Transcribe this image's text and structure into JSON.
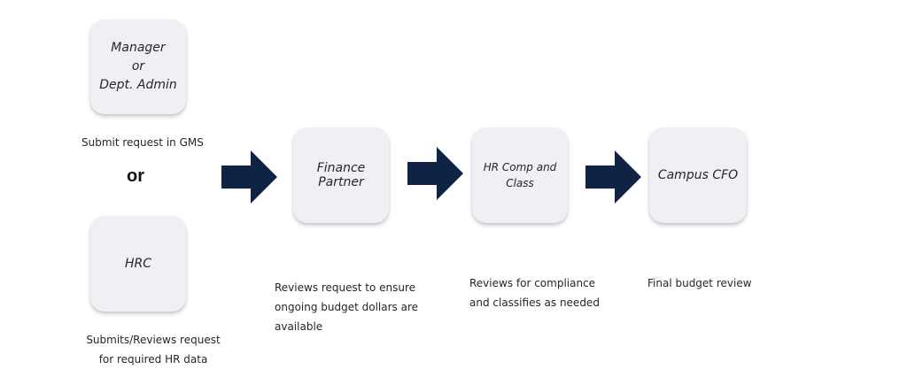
{
  "boxes": {
    "manager": {
      "line1": "Manager",
      "line2": "or",
      "line3": "Dept. Admin"
    },
    "hrc": {
      "label": "HRC"
    },
    "finance": {
      "label": "Finance Partner"
    },
    "hrcomp": {
      "line1": "HR Comp and",
      "line2": "Class"
    },
    "cfo": {
      "label": "Campus CFO"
    }
  },
  "captions": {
    "gms": "Submit request in GMS",
    "or": "or",
    "hrc": {
      "line1": "Submits/Reviews request",
      "line2": "for required HR data"
    },
    "finance": {
      "line1": "Reviews request to ensure",
      "line2": "ongoing budget dollars are",
      "line3": "available"
    },
    "hrcomp": {
      "line1": "Reviews for compliance",
      "line2": "and classifies as needed"
    },
    "cfo": "Final budget review"
  },
  "colors": {
    "arrow": "#0f2344",
    "box_fill": "#eef0f4"
  }
}
